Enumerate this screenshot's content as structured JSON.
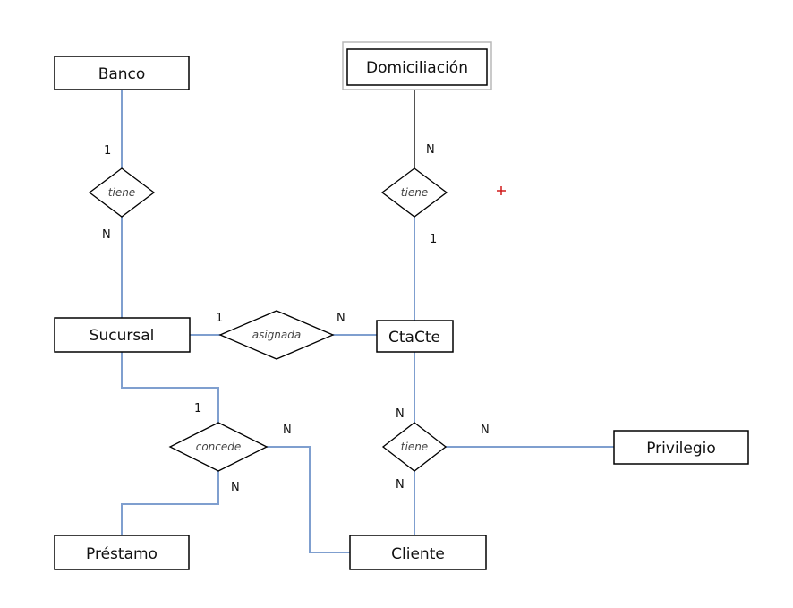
{
  "entities": {
    "banco": "Banco",
    "domiciliacion": "Domiciliación",
    "sucursal": "Sucursal",
    "ctacte": "CtaCte",
    "privilegio": "Privilegio",
    "prestamo": "Préstamo",
    "cliente": "Cliente"
  },
  "relationships": {
    "banco_sucursal": "tiene",
    "domiciliacion_ctacte": "tiene",
    "sucursal_ctacte": "asignada",
    "sucursal_prestamo_cliente": "concede",
    "ctacte_cliente_privilegio": "tiene"
  },
  "cardinalities": {
    "banco_side": "1",
    "sucursal_tiene_side": "N",
    "domiciliacion_side": "N",
    "ctacte_tiene_side": "1",
    "sucursal_asignada_side": "1",
    "ctacte_asignada_side": "N",
    "sucursal_concede_side": "1",
    "cliente_concede_side": "N",
    "prestamo_concede_side": "N",
    "ctacte_tiene2_side": "N",
    "cliente_tiene2_side": "N",
    "privilegio_tiene2_side": "N"
  },
  "colors": {
    "entity_border": "#000000",
    "connector_blue": "#7f9fcf",
    "connector_black": "#1a1a1a",
    "cursor_mark": "#d11a1a"
  },
  "icons": {
    "cursor": "crosshair-plus-icon"
  }
}
